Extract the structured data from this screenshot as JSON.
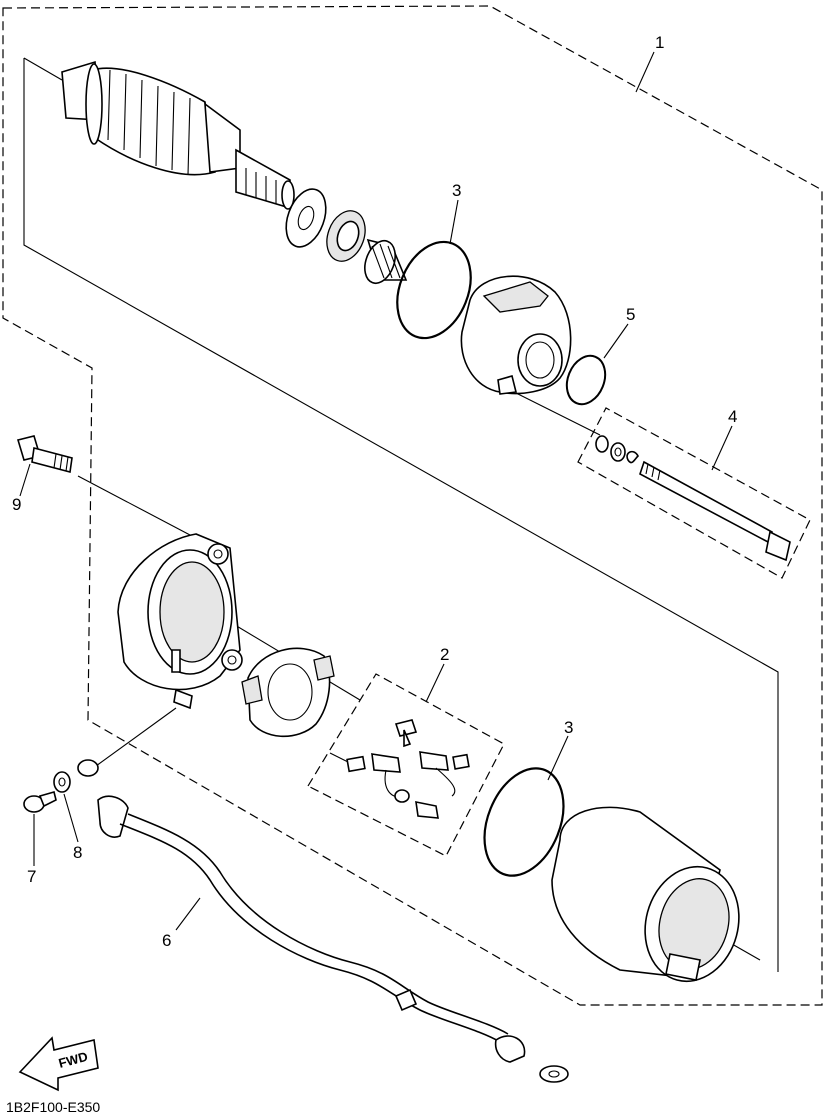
{
  "diagram": {
    "callouts": {
      "c1": "1",
      "c2": "2",
      "c3a": "3",
      "c3b": "3",
      "c4": "4",
      "c5": "5",
      "c6": "6",
      "c7": "7",
      "c8": "8",
      "c9": "9"
    },
    "direction_label": "FWD",
    "drawing_code": "1B2F100-E350"
  }
}
